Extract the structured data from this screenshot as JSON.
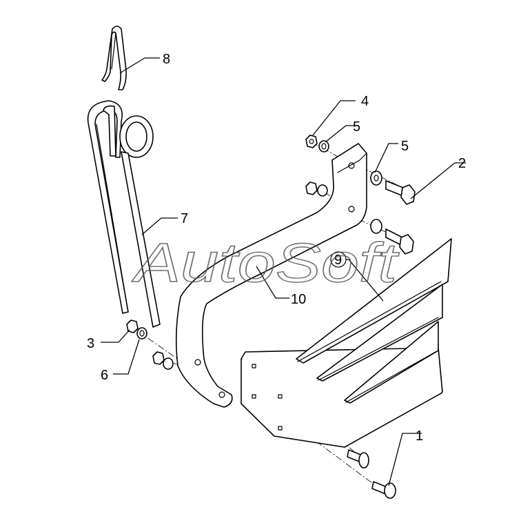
{
  "watermark": "AutoSoft",
  "callouts": [
    {
      "part": "fastener-bolt",
      "number": "1"
    },
    {
      "part": "hex-bolt",
      "number": "2"
    },
    {
      "part": "lower-nut",
      "number": "3"
    },
    {
      "part": "upper-nut",
      "number": "4"
    },
    {
      "part": "upper-washer-left",
      "number": "5"
    },
    {
      "part": "upper-washer-right",
      "number": "5"
    },
    {
      "part": "lower-washer",
      "number": "6"
    },
    {
      "part": "spring-tine",
      "number": "7"
    },
    {
      "part": "retaining-clip",
      "number": "8"
    },
    {
      "part": "deflector-plate",
      "number": "9"
    },
    {
      "part": "tine-bracket",
      "number": "10"
    }
  ]
}
